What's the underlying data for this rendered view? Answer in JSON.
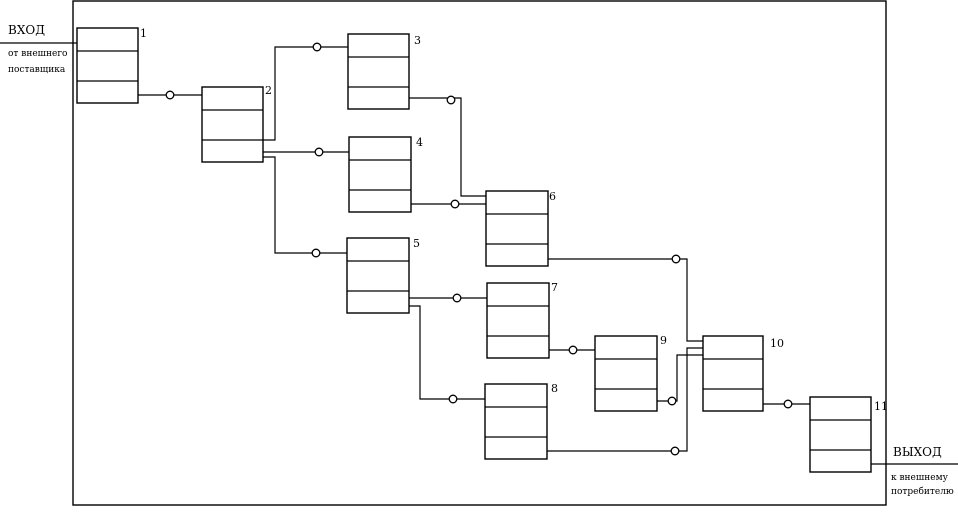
{
  "input": {
    "title": "ВХОД",
    "sub_line1": "от внешнего",
    "sub_line2": "поставщика"
  },
  "output": {
    "title": "ВЫХОД",
    "sub_line1": "к внешнему",
    "sub_line2": "потребителю"
  },
  "blocks": [
    {
      "id": "1",
      "label": "1"
    },
    {
      "id": "2",
      "label": "2"
    },
    {
      "id": "3",
      "label": "3"
    },
    {
      "id": "4",
      "label": "4"
    },
    {
      "id": "5",
      "label": "5"
    },
    {
      "id": "6",
      "label": "6"
    },
    {
      "id": "7",
      "label": "7"
    },
    {
      "id": "8",
      "label": "8"
    },
    {
      "id": "9",
      "label": "9"
    },
    {
      "id": "10",
      "label": "10"
    },
    {
      "id": "11",
      "label": "11"
    }
  ],
  "connections": [
    [
      "1",
      "2"
    ],
    [
      "2",
      "3"
    ],
    [
      "2",
      "4"
    ],
    [
      "2",
      "5"
    ],
    [
      "3",
      "6"
    ],
    [
      "4",
      "6"
    ],
    [
      "5",
      "7"
    ],
    [
      "5",
      "8"
    ],
    [
      "6",
      "10"
    ],
    [
      "7",
      "9"
    ],
    [
      "9",
      "10"
    ],
    [
      "8",
      "10"
    ],
    [
      "10",
      "11"
    ]
  ]
}
